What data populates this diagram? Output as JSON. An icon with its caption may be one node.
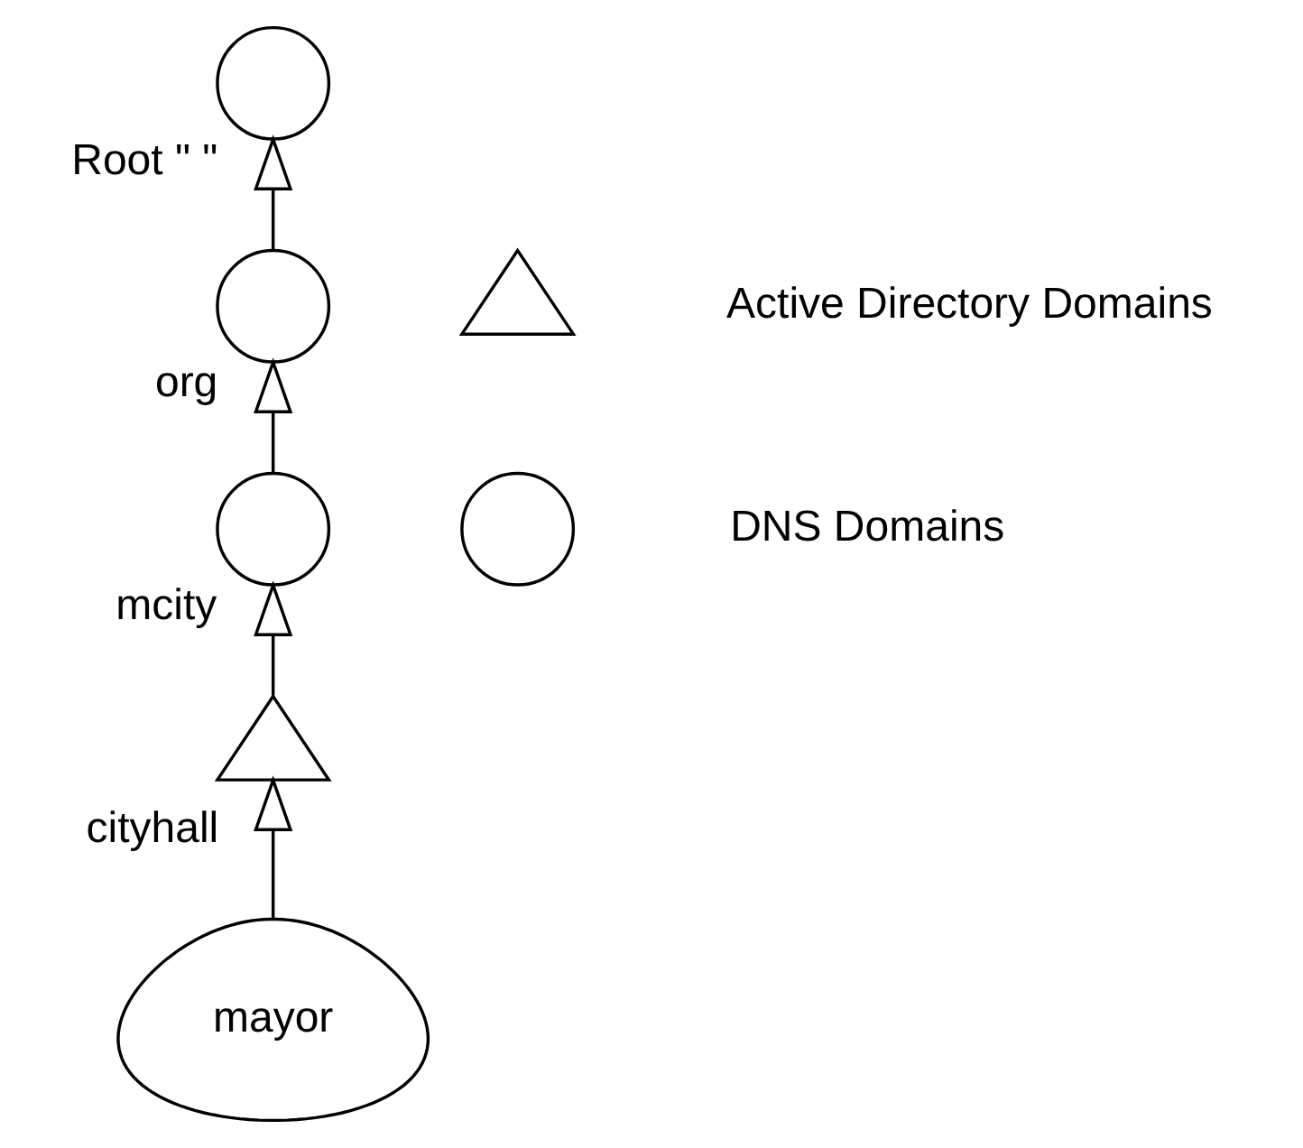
{
  "diagram": {
    "nodes": [
      {
        "text": [],
        "shape": "circle",
        "beside": [
          "Root \" \""
        ]
      },
      {
        "text": [],
        "shape": "circle",
        "beside": [
          "org"
        ]
      },
      {
        "text": [],
        "shape": "circle",
        "beside": [
          "mcity"
        ]
      },
      {
        "text": [],
        "shape": "triangle",
        "beside": [
          "cityhall"
        ]
      },
      {
        "text": [
          "mayor"
        ]
      },
      {
        "text": [],
        "shape": "triangle",
        "beside": [
          "Active Directory Domains"
        ]
      },
      {
        "text": [],
        "shape": "circle",
        "beside": [
          "DNS Domains"
        ]
      }
    ],
    "edges": [
      {
        "from": 4,
        "to": 3,
        "arrow": "to"
      },
      {
        "from": 3,
        "to": 2,
        "arrow": "to"
      },
      {
        "from": 2,
        "to": 1,
        "arrow": "to"
      },
      {
        "from": 1,
        "to": 0,
        "arrow": "to"
      }
    ]
  }
}
